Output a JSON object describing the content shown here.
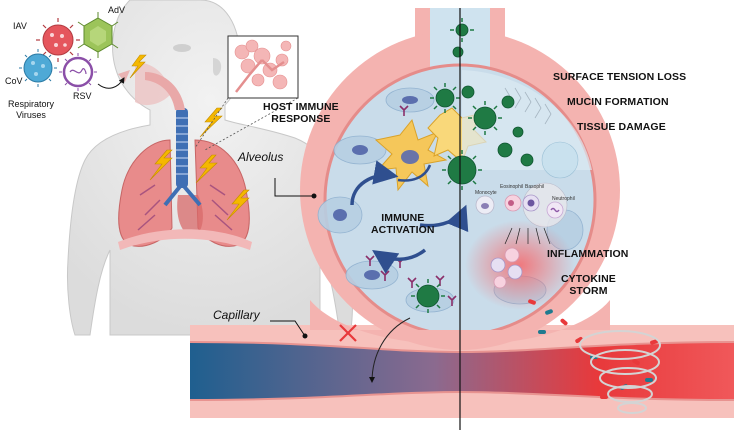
{
  "viruses": {
    "iav": "IAV",
    "adv": "AdV",
    "cov": "CoV",
    "rsv": "RSV",
    "group_label_line1": "Respiratory",
    "group_label_line2": "Viruses"
  },
  "labels": {
    "host_immune_line1": "HOST IMMUNE",
    "host_immune_line2": "RESPONSE",
    "alveolus": "Alveolus",
    "capillary": "Capillary",
    "immune_activation_line1": "IMMUNE",
    "immune_activation_line2": "ACTIVATION",
    "surface_tension_loss": "SURFACE TENSION LOSS",
    "mucin_formation": "MUCIN FORMATION",
    "tissue_damage": "TISSUE DAMAGE",
    "inflammation": "INFLAMMATION",
    "cytokine_line1": "CYTOKINE",
    "cytokine_line2": "STORM"
  },
  "cells": {
    "monocyte": "Monocyte",
    "eosinophil": "Eosinophil",
    "basophil": "Basophil",
    "neutrophil": "Neutrophil"
  },
  "colors": {
    "alveolus_wall": "#f4b3b0",
    "alveolus_inner": "#c9dcea",
    "virus_green": "#1f7a44",
    "vessel_blue": "#1f5f8f",
    "vessel_red": "#e8393b",
    "lightning": "#f5b800",
    "airway_blue": "#3f6fb4",
    "lung_pink": "#e88b8b"
  }
}
